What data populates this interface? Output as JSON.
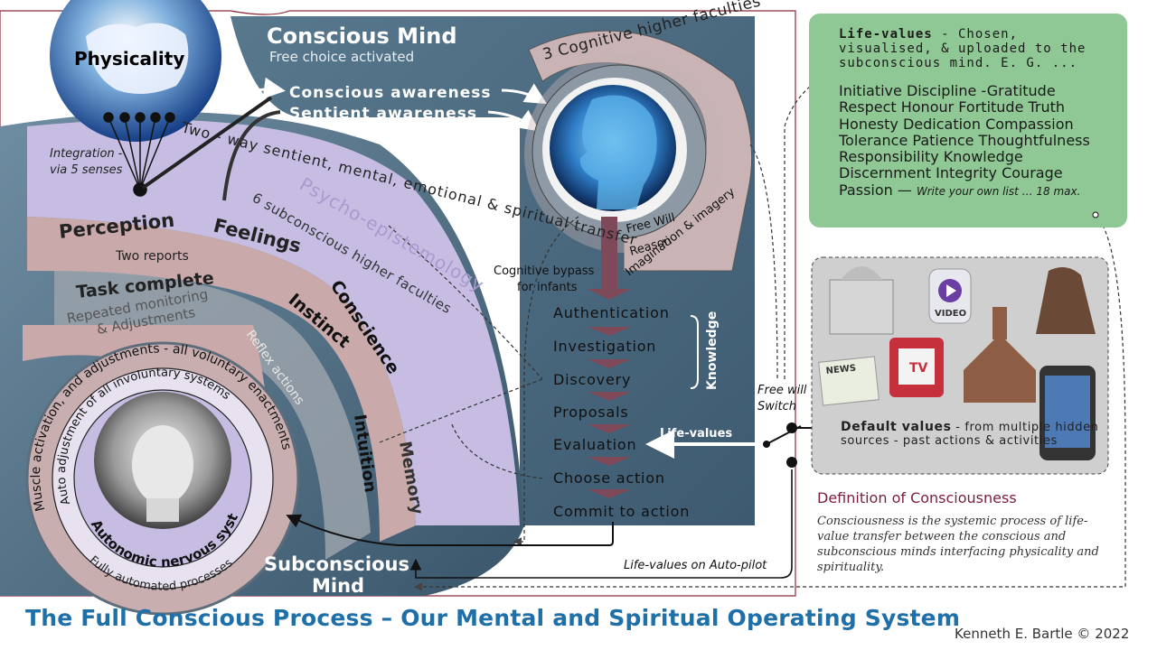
{
  "conscious_mind": {
    "title": "Conscious Mind",
    "subtitle": "Free choice activated"
  },
  "physicality": "Physicality",
  "integration": {
    "line1": "Integration -",
    "line2": "via 5 senses"
  },
  "awareness": {
    "conscious": "Conscious awareness",
    "sentient": "Sentient awareness"
  },
  "faculties": {
    "title": "3 Cognitive higher faculties",
    "items": [
      "Free Will",
      "Reason",
      "Imagination & imagery"
    ]
  },
  "two_way": "Two - way sentient, mental, emotional & spiritual transfer",
  "psycho": "Psycho-epistemology",
  "subconscious_faculties": "6 subconscious higher faculties",
  "perception": "Perception",
  "feelings": "Feelings",
  "two_reports": "Two reports",
  "task_complete": "Task complete",
  "repeated": {
    "line1": "Repeated monitoring",
    "line2": "& Adjustments"
  },
  "instinct": "Instinct",
  "conscience": "Conscience",
  "intuition": "Intuition",
  "memory": "Memory",
  "reflex": "Reflex actions",
  "muscle": "Muscle activation, and adjustments - all voluntary enactments",
  "auto_adjust": "Auto adjustment of all involuntary systems",
  "ans": "Autonomic nervous system",
  "fully_auto": "Fully automated processes",
  "subconscious_mind": {
    "line1": "Subconscious",
    "line2": "Mind"
  },
  "cognitive_bypass": {
    "line1": "Cognitive bypass",
    "line2": "for infants"
  },
  "steps": [
    "Authentication",
    "Investigation",
    "Discovery",
    "Proposals",
    "Evaluation",
    "Choose action",
    "Commit to action"
  ],
  "knowledge": "Knowledge",
  "life_values_label": "Life-values",
  "free_will_switch": {
    "line1": "Free will",
    "line2": "Switch"
  },
  "auto_pilot": "Life-values on Auto-pilot",
  "life_values_box": {
    "heading": "Life-values",
    "intro": " - Chosen, visualised, & uploaded to the subconscious mind. E. G. ...",
    "lines": [
      "Initiative  Discipline -Gratitude",
      "Respect  Honour  Fortitude  Truth",
      "Honesty  Dedication  Compassion",
      "Tolerance  Patience  Thoughtfulness",
      "Responsibility  Knowledge",
      "Discernment  Integrity  Courage"
    ],
    "last_line": "Passion — ",
    "own_list": "Write your own list … 18 max."
  },
  "media": {
    "video": "VIDEO",
    "tv": "TV",
    "news": "NEWS"
  },
  "default_values": {
    "heading": "Default values",
    "text": " - from multiple hidden sources - past actions & activities"
  },
  "definition": {
    "heading": "Definition of Consciousness",
    "body": "Consciousness is the systemic process of life-value transfer between the conscious and subconscious minds interfacing physicality and spirituality."
  },
  "footer_title": "The Full Conscious Process – Our Mental and Spiritual Operating System",
  "author": "Kenneth E. Bartle © 2022",
  "colors": {
    "conscious_panel": "#5f7f95",
    "outer_panel": "#5c7d93",
    "lavender": "#c7bde3",
    "mauve": "#c9a9a9",
    "green_box": "#8fc894",
    "maroon_arrow": "#7e4a5a",
    "footer_blue": "#1f6fa8",
    "definition_heading": "#7a1e3a"
  }
}
